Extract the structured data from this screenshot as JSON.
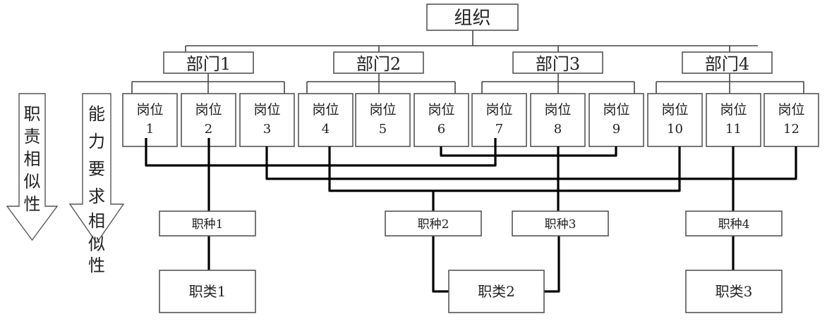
{
  "organization": {
    "label": "组织"
  },
  "departments": [
    {
      "label": "部门1"
    },
    {
      "label": "部门2"
    },
    {
      "label": "部门3"
    },
    {
      "label": "部门4"
    }
  ],
  "posts": [
    {
      "label": "岗位",
      "number": "1",
      "department": 1
    },
    {
      "label": "岗位",
      "number": "2",
      "department": 1
    },
    {
      "label": "岗位",
      "number": "3",
      "department": 1
    },
    {
      "label": "岗位",
      "number": "4",
      "department": 2
    },
    {
      "label": "岗位",
      "number": "5",
      "department": 2
    },
    {
      "label": "岗位",
      "number": "6",
      "department": 2
    },
    {
      "label": "岗位",
      "number": "7",
      "department": 3
    },
    {
      "label": "岗位",
      "number": "8",
      "department": 3
    },
    {
      "label": "岗位",
      "number": "9",
      "department": 3
    },
    {
      "label": "岗位",
      "number": "10",
      "department": 4
    },
    {
      "label": "岗位",
      "number": "11",
      "department": 4
    },
    {
      "label": "岗位",
      "number": "12",
      "department": 4
    }
  ],
  "job_kinds": [
    {
      "label": "职种1"
    },
    {
      "label": "职种2"
    },
    {
      "label": "职种3"
    },
    {
      "label": "职种4"
    }
  ],
  "job_classes": [
    {
      "label": "职类1"
    },
    {
      "label": "职类2"
    },
    {
      "label": "职类3"
    }
  ],
  "side_arrows": [
    {
      "label": "职责相似性",
      "chars": [
        "职",
        "责",
        "相",
        "似",
        "性"
      ]
    },
    {
      "label": "能力要求相似性",
      "chars": [
        "能",
        "力",
        "要",
        "求",
        "相",
        "似",
        "性"
      ]
    }
  ],
  "groupings": [
    {
      "posts": [
        "1",
        "7"
      ],
      "note": "similar responsibilities"
    },
    {
      "posts": [
        "2"
      ],
      "job_kind": "职种1"
    },
    {
      "posts": [
        "3",
        "12"
      ]
    },
    {
      "posts": [
        "4",
        "10"
      ],
      "job_kind": "职种2"
    },
    {
      "posts": [
        "6",
        "9"
      ]
    },
    {
      "posts": [
        "8"
      ],
      "job_kind": "职种3"
    },
    {
      "posts": [
        "11"
      ],
      "job_kind": "职种4"
    },
    {
      "job_kinds": [
        "职种1"
      ],
      "job_class": "职类1"
    },
    {
      "job_kinds": [
        "职种2",
        "职种3"
      ],
      "job_class": "职类2"
    },
    {
      "job_kinds": [
        "职种4"
      ],
      "job_class": "职类3"
    }
  ]
}
